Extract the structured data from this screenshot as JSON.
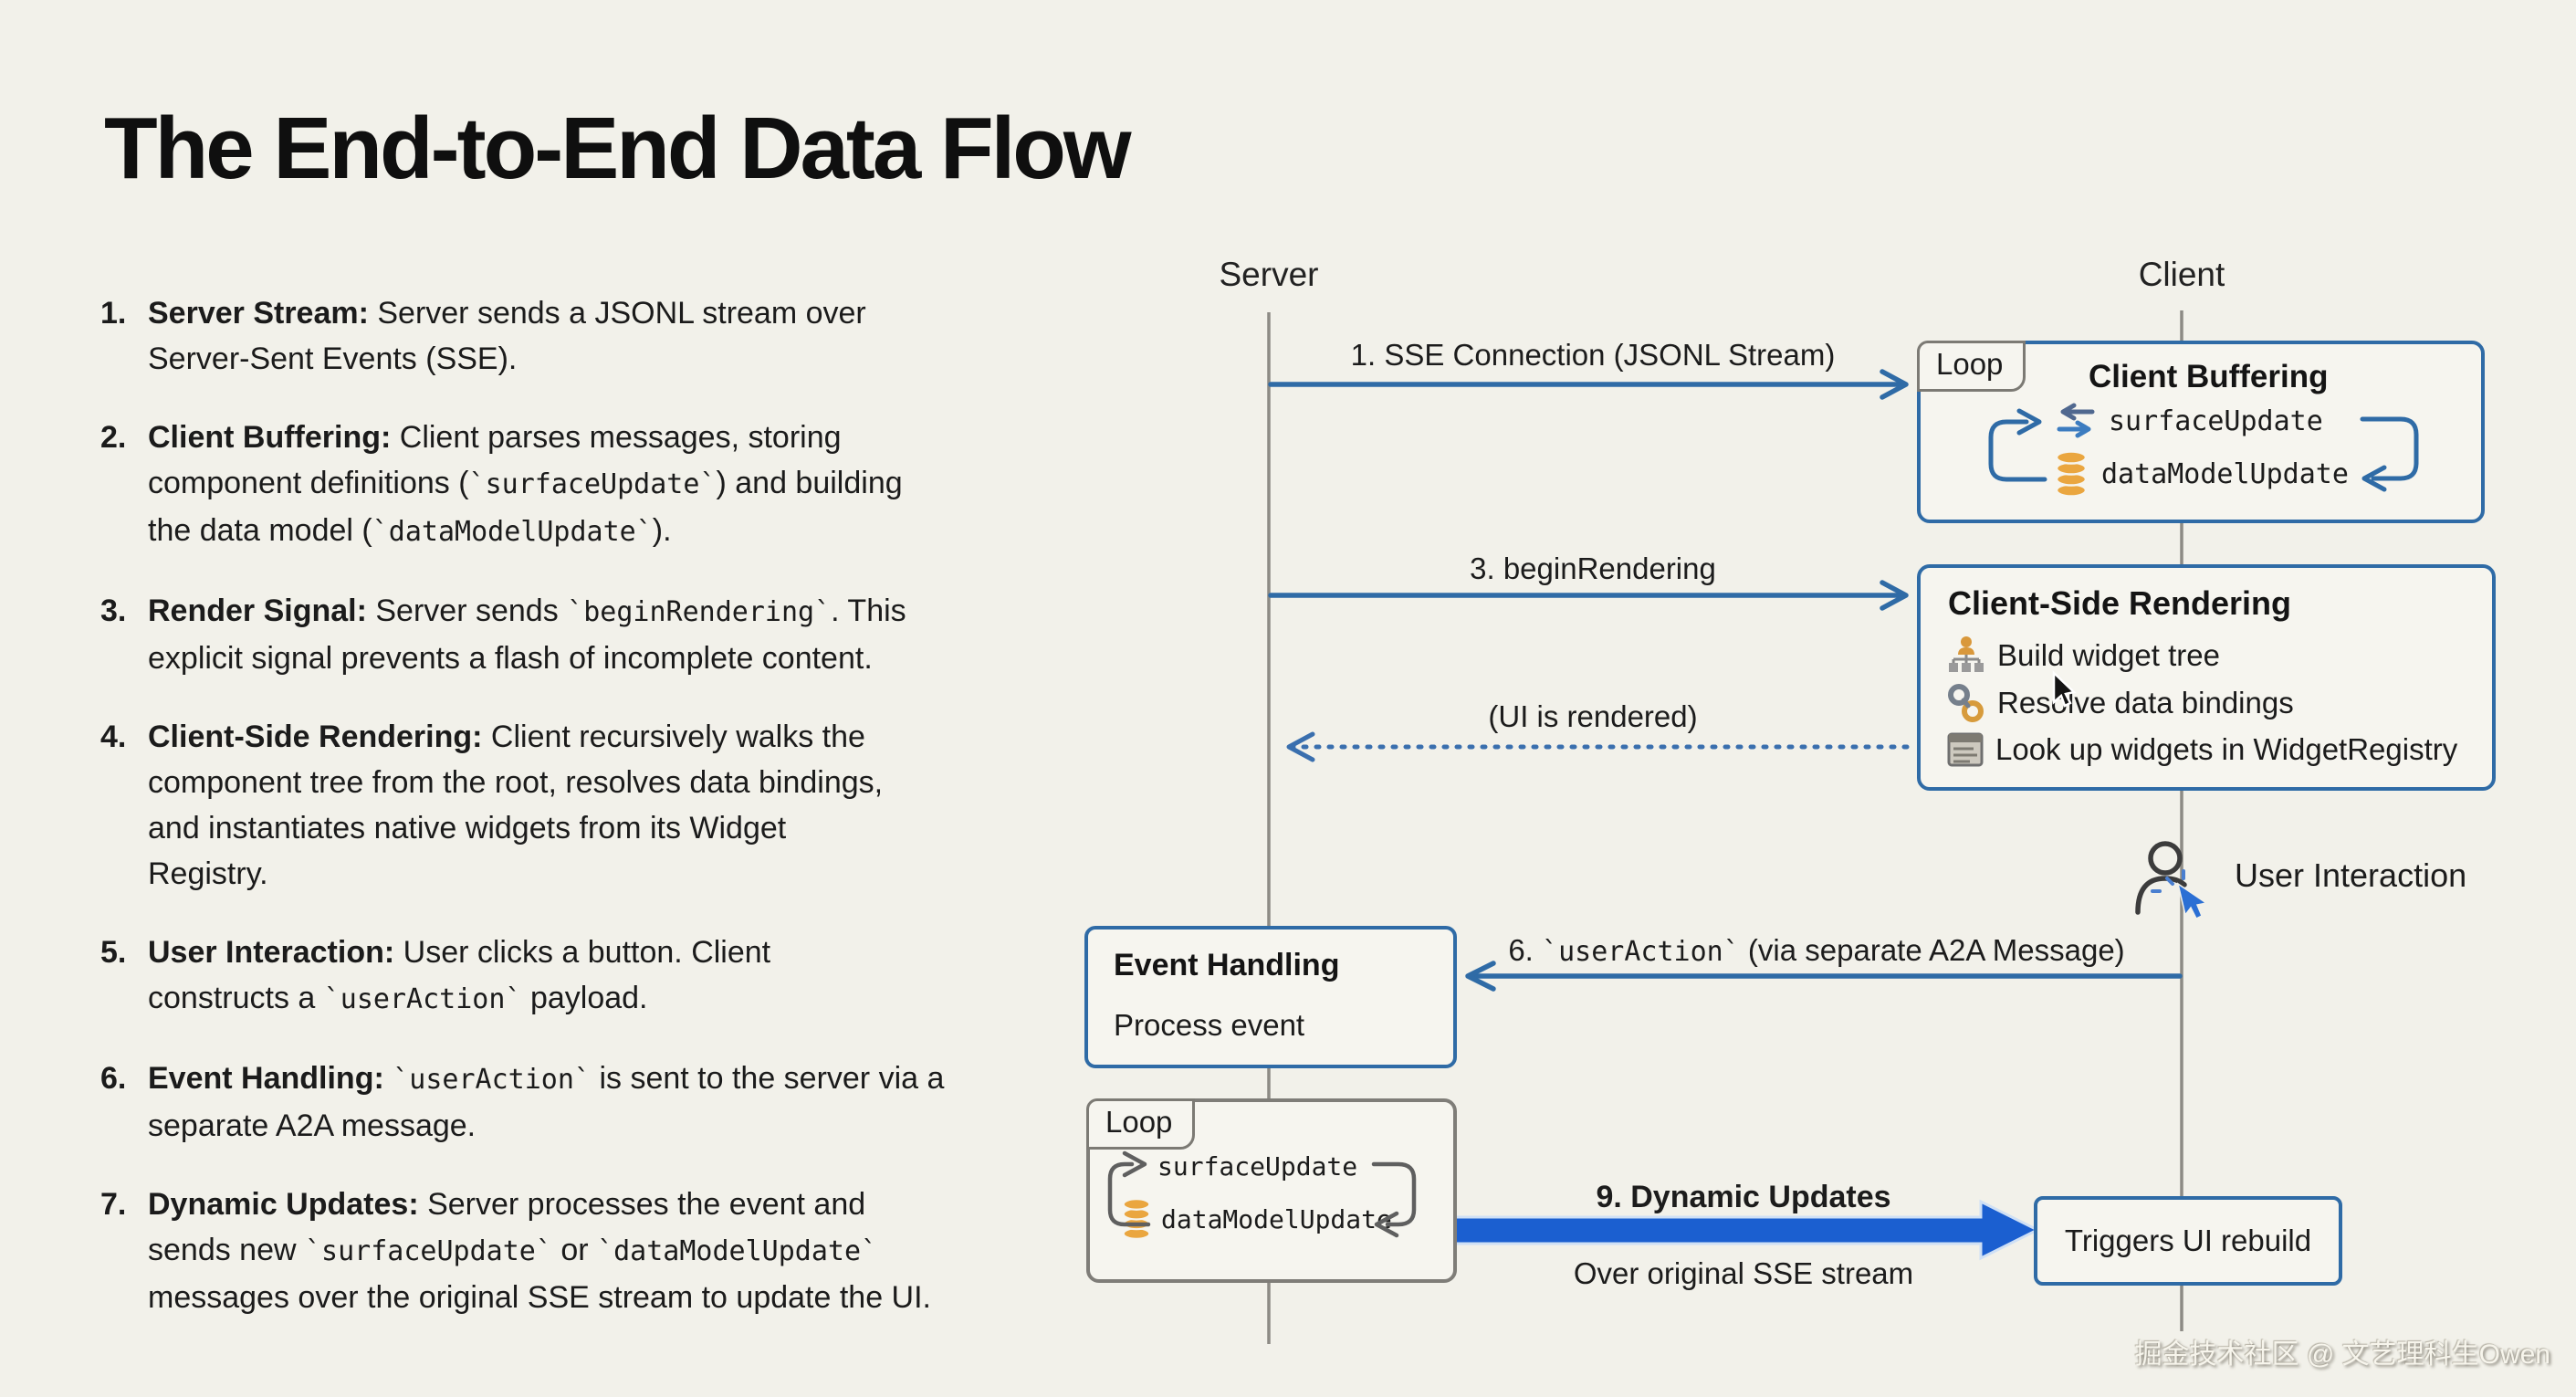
{
  "page": {
    "title": "The End-to-End Data Flow",
    "watermark": "掘金技术社区 @ 文艺理科生Owen",
    "colors": {
      "background": "#f2f1ea",
      "arrow_blue": "#2f6ba6",
      "thick_arrow_blue": "#1b5fd0",
      "loop_gray": "#5f5f5f",
      "lifeline_gray": "#8d8b85",
      "db_orange": "#eaa63f"
    }
  },
  "steps": [
    {
      "num": "1.",
      "segments": [
        {
          "s": "b",
          "v": "Server Stream:"
        },
        {
          "s": "t",
          "v": " Server sends a JSONL stream over"
        },
        {
          "s": "br"
        },
        {
          "s": "t",
          "v": "Server-Sent Events (SSE)."
        }
      ]
    },
    {
      "num": "2.",
      "segments": [
        {
          "s": "b",
          "v": "Client Buffering:"
        },
        {
          "s": "t",
          "v": " Client parses messages, storing"
        },
        {
          "s": "br"
        },
        {
          "s": "t",
          "v": "component definitions ("
        },
        {
          "s": "c",
          "v": "`surfaceUpdate`"
        },
        {
          "s": "t",
          "v": ") and building"
        },
        {
          "s": "br"
        },
        {
          "s": "t",
          "v": "the data model ("
        },
        {
          "s": "c",
          "v": "`dataModelUpdate`"
        },
        {
          "s": "t",
          "v": ")."
        }
      ]
    },
    {
      "num": "3.",
      "segments": [
        {
          "s": "b",
          "v": "Render Signal:"
        },
        {
          "s": "t",
          "v": " Server sends "
        },
        {
          "s": "c",
          "v": "`beginRendering`"
        },
        {
          "s": "t",
          "v": ". This"
        },
        {
          "s": "br"
        },
        {
          "s": "t",
          "v": "explicit signal prevents a flash of incomplete content."
        }
      ]
    },
    {
      "num": "4.",
      "segments": [
        {
          "s": "b",
          "v": "Client-Side Rendering:"
        },
        {
          "s": "t",
          "v": " Client recursively walks the"
        },
        {
          "s": "br"
        },
        {
          "s": "t",
          "v": "component tree from the root, resolves data bindings,"
        },
        {
          "s": "br"
        },
        {
          "s": "t",
          "v": "and instantiates native widgets from its Widget"
        },
        {
          "s": "br"
        },
        {
          "s": "t",
          "v": "Registry."
        }
      ]
    },
    {
      "num": "5.",
      "segments": [
        {
          "s": "b",
          "v": "User Interaction:"
        },
        {
          "s": "t",
          "v": " User clicks a button. Client"
        },
        {
          "s": "br"
        },
        {
          "s": "t",
          "v": "constructs a "
        },
        {
          "s": "c",
          "v": "`userAction`"
        },
        {
          "s": "t",
          "v": " payload."
        }
      ]
    },
    {
      "num": "6.",
      "segments": [
        {
          "s": "b",
          "v": "Event Handling:"
        },
        {
          "s": "t",
          "v": " "
        },
        {
          "s": "c",
          "v": "`userAction`"
        },
        {
          "s": "t",
          "v": " is sent to the server via a"
        },
        {
          "s": "br"
        },
        {
          "s": "t",
          "v": "separate A2A message."
        }
      ]
    },
    {
      "num": "7.",
      "segments": [
        {
          "s": "b",
          "v": "Dynamic Updates:"
        },
        {
          "s": "t",
          "v": " Server processes the event and"
        },
        {
          "s": "br"
        },
        {
          "s": "t",
          "v": "sends new "
        },
        {
          "s": "c",
          "v": "`surfaceUpdate`"
        },
        {
          "s": "t",
          "v": " or "
        },
        {
          "s": "c",
          "v": "`dataModelUpdate`"
        },
        {
          "s": "br"
        },
        {
          "s": "t",
          "v": "messages over the original SSE stream to update the UI."
        }
      ]
    }
  ],
  "diagram": {
    "server_label": "Server",
    "client_label": "Client",
    "msg1": "1. SSE Connection (JSONL Stream)",
    "msg3": "3. beginRendering",
    "ui_rendered": "(UI is rendered)",
    "msg6": {
      "pre": "6. ",
      "code": "`userAction`",
      "post": " (via separate A2A Message)"
    },
    "msg9_title": "9. Dynamic Updates",
    "msg9_sub": "Over original SSE stream",
    "client_buffering": {
      "loop_label": "Loop",
      "title": "Client Buffering",
      "items": [
        "surfaceUpdate",
        "dataModelUpdate"
      ]
    },
    "client_side_rendering": {
      "title": "Client-Side Rendering",
      "items": [
        "Build widget tree",
        "Resolve data bindings",
        "Look up widgets in WidgetRegistry"
      ]
    },
    "user_interaction_label": "User Interaction",
    "event_handling": {
      "title": "Event Handling",
      "subtitle": "Process event"
    },
    "update_loop": {
      "loop_label": "Loop",
      "items": [
        "surfaceUpdate",
        "dataModelUpdate"
      ]
    },
    "triggers_box_label": "Triggers UI rebuild"
  }
}
